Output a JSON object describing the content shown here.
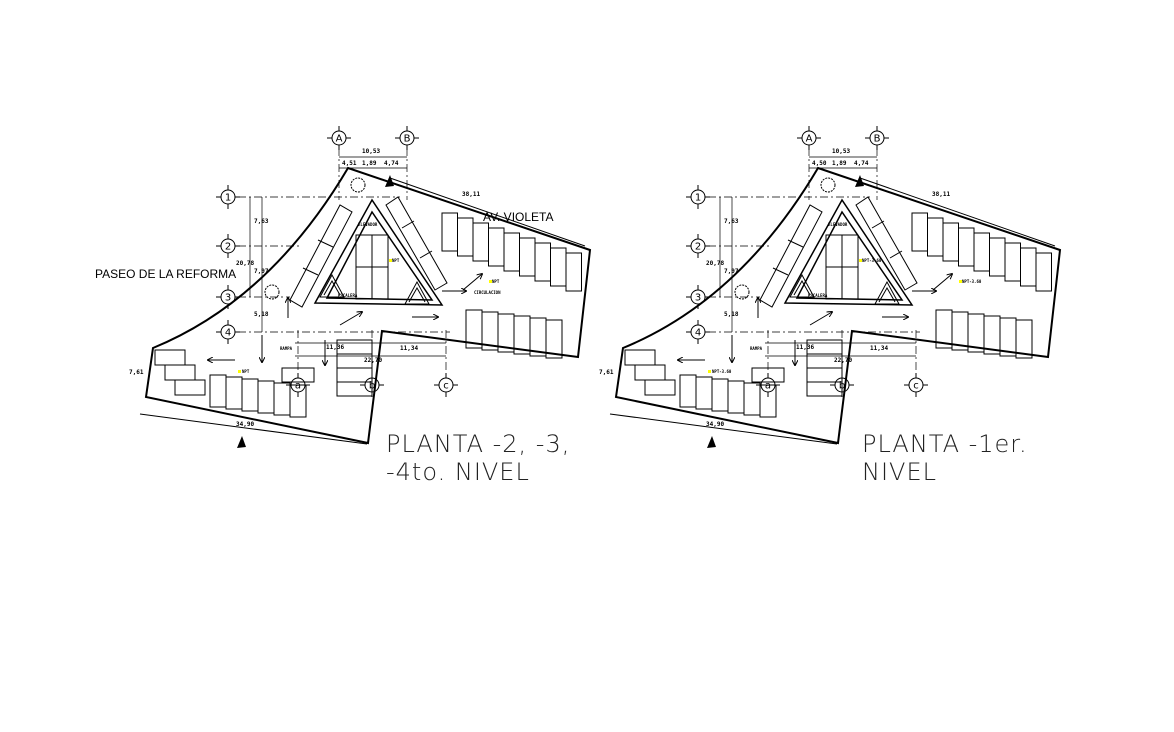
{
  "plans": [
    {
      "title_line1": "PLANTA -2, -3,",
      "title_line2": "-4to. NIVEL",
      "dims": {
        "total_ab": "10,53",
        "d1": "4,51",
        "d2": "1,89",
        "d3": "4,74",
        "diag": "38,11",
        "d12": "7,63",
        "total_14": "20,78",
        "d23": "7,97",
        "d34": "5,18",
        "d_a": "11,36",
        "d_bc": "11,34",
        "d_ac": "22,70",
        "bottom": "34,90",
        "left": "7,61"
      },
      "labels": {
        "elevator": "ELEVADOR",
        "npt_center": "NPT",
        "stair": "ESCALERA",
        "circulation": "CIRCULACION",
        "npt_right": "NPT",
        "npt_left": "NPT",
        "ramp": "RAMPA"
      }
    },
    {
      "title_line1": "PLANTA -1er.",
      "title_line2": "NIVEL",
      "dims": {
        "total_ab": "10,53",
        "d1": "4,50",
        "d2": "1,89",
        "d3": "4,74",
        "diag": "38,11",
        "d12": "7,63",
        "total_14": "20,78",
        "d23": "7,97",
        "d34": "5,18",
        "d_a": "11,36",
        "d_bc": "11,34",
        "d_ac": "22,70",
        "bottom": "34,90",
        "left": "7,61"
      },
      "labels": {
        "elevator": "ELEVADOR",
        "npt_center": "NPT-3.60",
        "stair": "ESCALERA",
        "circulation": "",
        "npt_right": "NPT-3.60",
        "npt_left": "NPT-3.60",
        "ramp": "RAMPA"
      }
    }
  ],
  "grid_axes": {
    "cols": [
      "A",
      "B"
    ],
    "rows": [
      "1",
      "2",
      "3",
      "4"
    ],
    "bottom": [
      "a",
      "b",
      "c"
    ]
  },
  "streets": {
    "north": "AV. VIOLETA",
    "west": "PASEO DE LA REFORMA"
  },
  "colors": {
    "line": "#000000",
    "npt_marker": "#ffff00"
  }
}
